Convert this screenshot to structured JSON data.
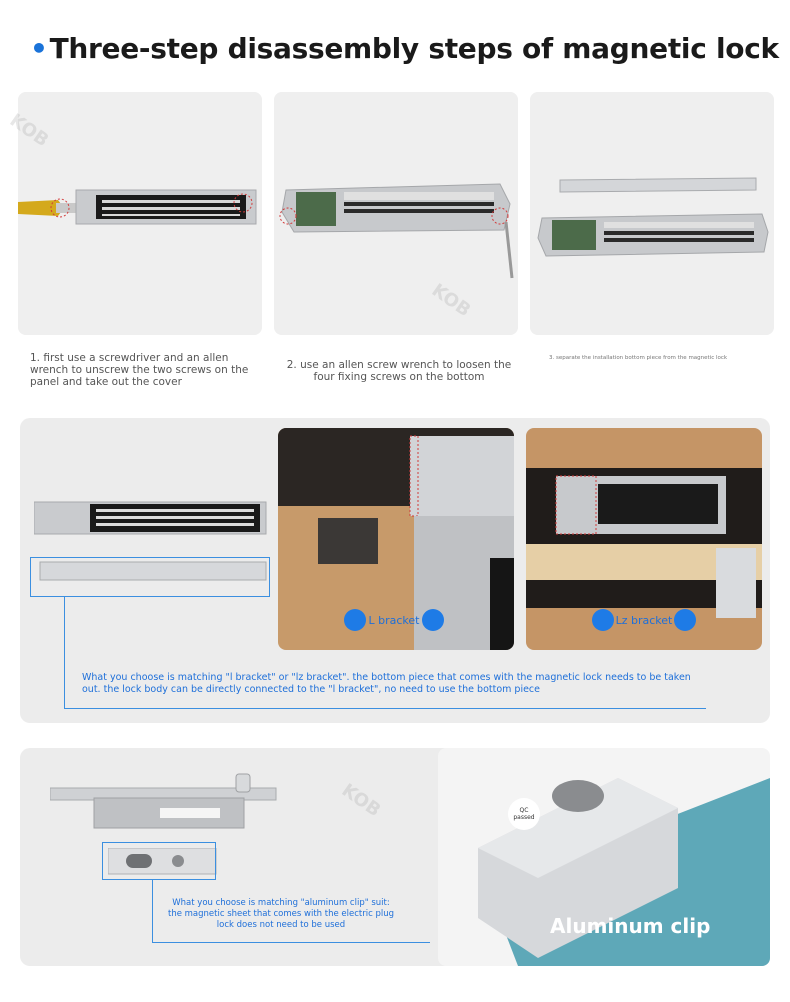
{
  "title": "Three-step disassembly steps of magnetic lock",
  "steps": [
    {
      "caption": "1. first use a screwdriver and an allen wrench to unscrew the two screws on the panel and take out the cover"
    },
    {
      "caption": "2. use an allen screw wrench to loosen the four fixing screws on the bottom"
    },
    {
      "caption": "3. separate the installation bottom piece from the magnetic lock"
    }
  ],
  "bracket_section": {
    "l_bracket_label": "L bracket",
    "lz_bracket_label": "Lz bracket",
    "note": "What you choose is matching \"l bracket\" or \"lz bracket\". the bottom piece that comes with the magnetic lock needs to be taken out. the lock body can be directly connected to the \"l bracket\", no need to use the bottom piece"
  },
  "clip_section": {
    "note": "What you choose is matching \"aluminum clip\" suit: the magnetic sheet that comes with the electric plug lock does not need to be used",
    "clip_label": "Aluminum clip",
    "qc_badge": "QC passed"
  },
  "watermark": "KOB",
  "colors": {
    "accent": "#1e6fd9",
    "title": "#1a1a1a",
    "card_bg": "#eeeeee"
  }
}
